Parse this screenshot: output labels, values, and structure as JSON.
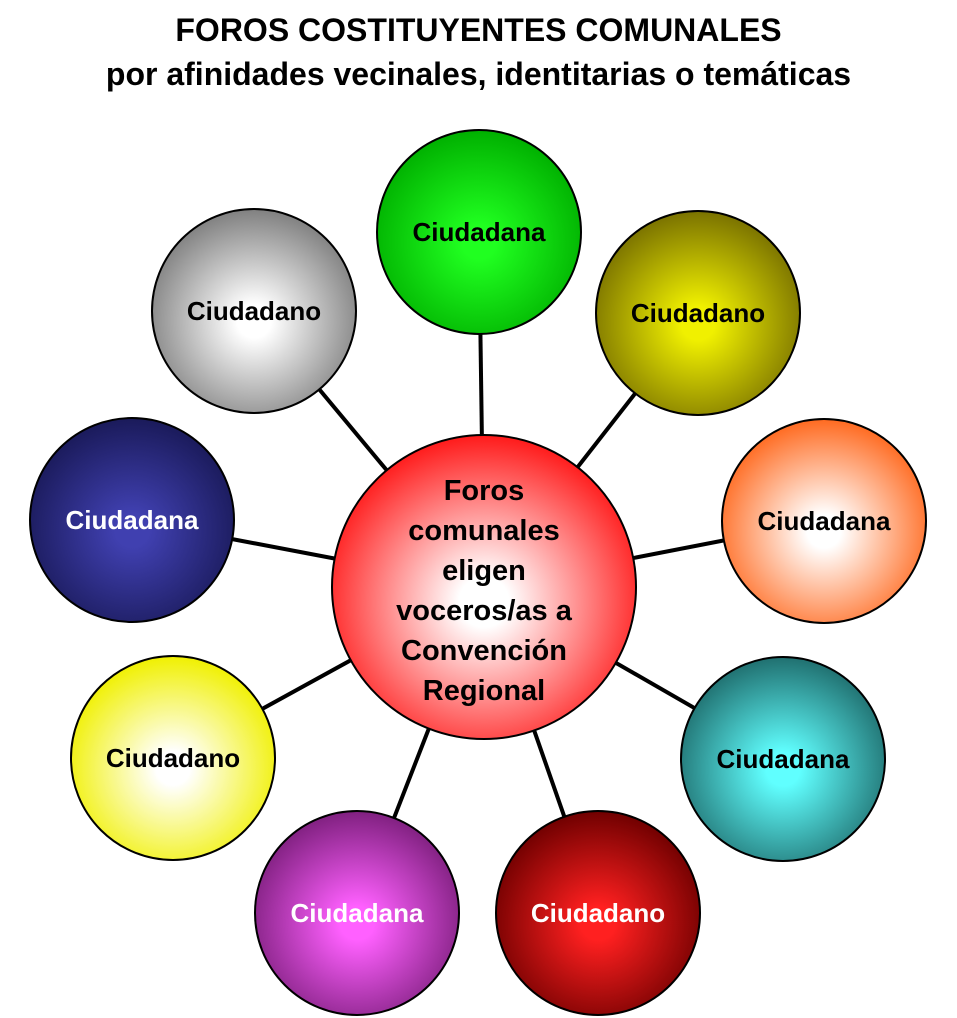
{
  "title": {
    "line1": "FOROS COSTITUYENTES COMUNALES",
    "line2": "por afinidades vecinales, identitarias o temáticas"
  },
  "center": {
    "lines": [
      "Foros",
      "comunales",
      "eligen",
      "voceros/as a",
      "Convención",
      "Regional"
    ],
    "color": "#ff2020",
    "text_color": "#000000"
  },
  "nodes": [
    {
      "label": "Ciudadana",
      "color": "#00b000",
      "light": "#20ff20",
      "text_color": "#000000"
    },
    {
      "label": "Ciudadano",
      "color": "#7a7200",
      "light": "#f0f000",
      "text_color": "#000000"
    },
    {
      "label": "Ciudadana",
      "color": "#ff6a20",
      "light": "#ffffff",
      "text_color": "#000000"
    },
    {
      "label": "Ciudadana",
      "color": "#207070",
      "light": "#60ffff",
      "text_color": "#000000"
    },
    {
      "label": "Ciudadano",
      "color": "#700000",
      "light": "#ff2020",
      "text_color": "#ffffff"
    },
    {
      "label": "Ciudadana",
      "color": "#802080",
      "light": "#ff60ff",
      "text_color": "#ffffff"
    },
    {
      "label": "Ciudadano",
      "color": "#f0f000",
      "light": "#ffffff",
      "text_color": "#000000"
    },
    {
      "label": "Ciudadana",
      "color": "#1a1a5a",
      "light": "#4040b0",
      "text_color": "#ffffff"
    },
    {
      "label": "Ciudadano",
      "color": "#808080",
      "light": "#ffffff",
      "text_color": "#000000"
    }
  ]
}
